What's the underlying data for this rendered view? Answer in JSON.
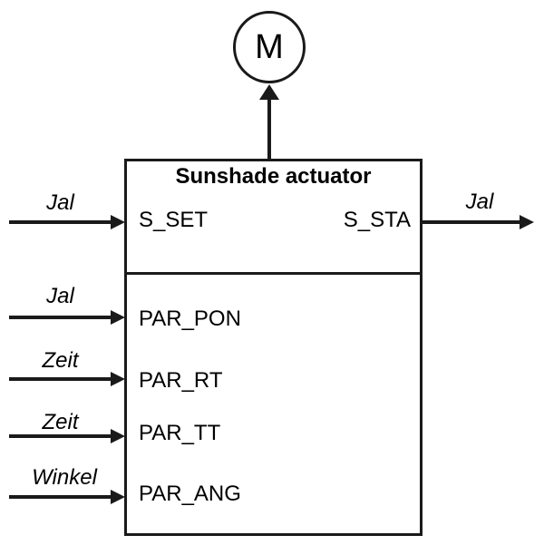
{
  "diagram": {
    "title": "Sunshade actuator",
    "motor": {
      "label": "M"
    },
    "inputs": [
      {
        "type": "Jal",
        "port": "S_SET"
      },
      {
        "type": "Jal",
        "port": "PAR_PON"
      },
      {
        "type": "Zeit",
        "port": "PAR_RT"
      },
      {
        "type": "Zeit",
        "port": "PAR_TT"
      },
      {
        "type": "Winkel",
        "port": "PAR_ANG"
      }
    ],
    "outputs": [
      {
        "type": "Jal",
        "port": "S_STA"
      }
    ],
    "colors": {
      "line": "#1a1a1a",
      "background": "#ffffff",
      "text": "#000000"
    }
  }
}
